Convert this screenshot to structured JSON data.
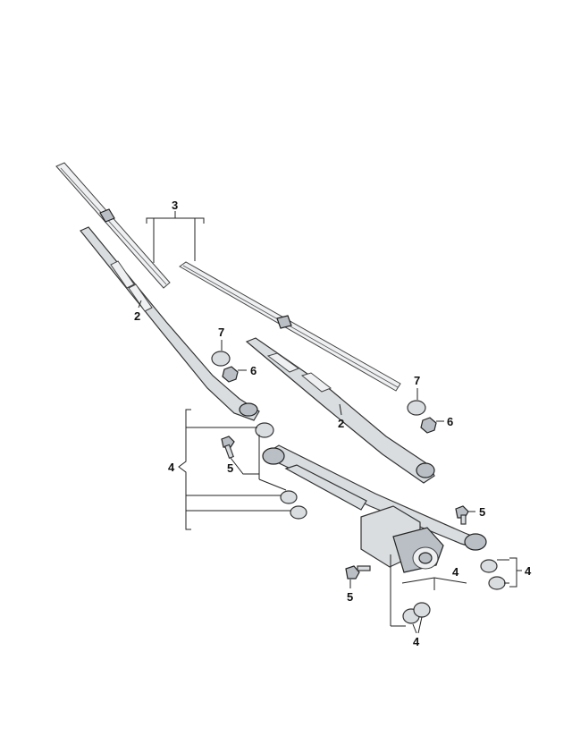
{
  "callouts": {
    "blade_left_number": "3",
    "arm_left": "2",
    "arm_right": "2",
    "cap_left": "7",
    "nut_left": "6",
    "cap_right": "7",
    "nut_right": "6",
    "group_left": "4",
    "bolt_left": "5",
    "bolt_right": "5",
    "bolt_bottom": "5",
    "group_right": "4",
    "group_bottom_a": "4",
    "group_bottom_b": "4"
  }
}
